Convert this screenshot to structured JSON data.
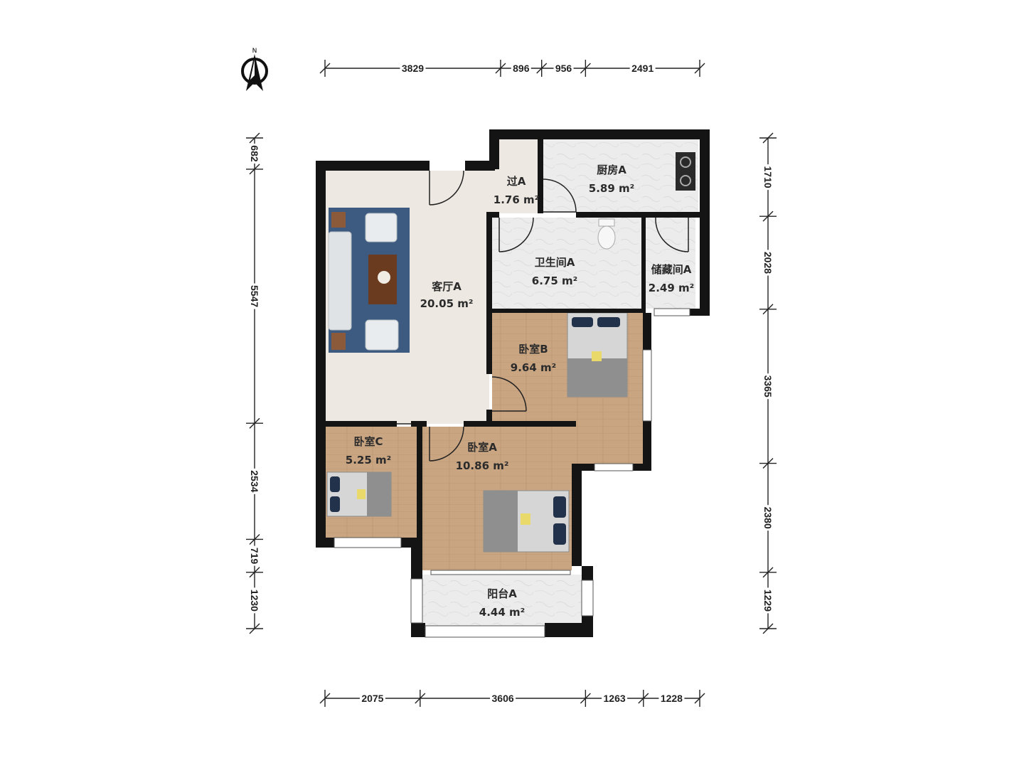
{
  "compass": {
    "label": "N",
    "icon": "north-arrow-icon"
  },
  "rooms": {
    "living": {
      "name": "客厅A",
      "area": "20.05 m²"
    },
    "passage": {
      "name": "过A",
      "area": "1.76 m²"
    },
    "kitchen": {
      "name": "厨房A",
      "area": "5.89 m²"
    },
    "bathroom": {
      "name": "卫生间A",
      "area": "6.75 m²"
    },
    "storage": {
      "name": "储藏间A",
      "area": "2.49 m²"
    },
    "bedroom_b": {
      "name": "卧室B",
      "area": "9.64 m²"
    },
    "bedroom_c": {
      "name": "卧室C",
      "area": "5.25 m²"
    },
    "bedroom_a": {
      "name": "卧室A",
      "area": "10.86 m²"
    },
    "balcony": {
      "name": "阳台A",
      "area": "4.44 m²"
    }
  },
  "dimensions": {
    "top": [
      "3829",
      "896",
      "956",
      "2491"
    ],
    "bottom": [
      "2075",
      "3606",
      "1263",
      "1228"
    ],
    "left": [
      "682",
      "5547",
      "2534",
      "719",
      "1230"
    ],
    "right": [
      "1710",
      "2028",
      "3365",
      "2380",
      "1229"
    ]
  },
  "colors": {
    "wall": "#141414",
    "floor_living": "#ede8e1",
    "floor_wood": "#c9a582",
    "floor_tile": "#e9eaeb",
    "rug": "#3d5a80"
  }
}
